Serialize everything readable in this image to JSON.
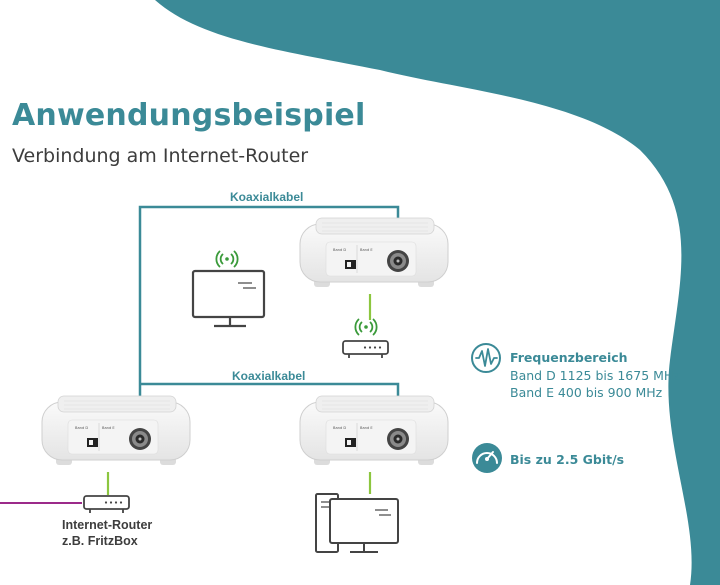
{
  "header": {
    "title": "Anwendungsbeispiel",
    "subtitle": "Verbindung am Internet-Router"
  },
  "cables": {
    "top_label": "Koaxialkabel",
    "middle_label": "Koaxialkabel"
  },
  "router": {
    "name": "Internet-Router",
    "model": "z.B. FritzBox"
  },
  "features": {
    "frequency_title": "Frequenzbereich",
    "band_d": "Band D 1125 bis 1675 MHz",
    "band_e": "Band E 400 bis 900 MHz",
    "speed": "Bis zu 2.5 Gbit/s"
  },
  "adapter_labels": {
    "band_d": "Band D",
    "band_e": "Band E"
  },
  "colors": {
    "accent": "#3b8a97",
    "lan_green": "#8cc63f",
    "wan_purple": "#9c2a8a",
    "text_dark": "#3d3d3d"
  },
  "icons": [
    "wifi-icon",
    "tv-icon",
    "desktop-pc-icon",
    "wave-icon",
    "speedometer-icon",
    "coax-port-icon"
  ]
}
